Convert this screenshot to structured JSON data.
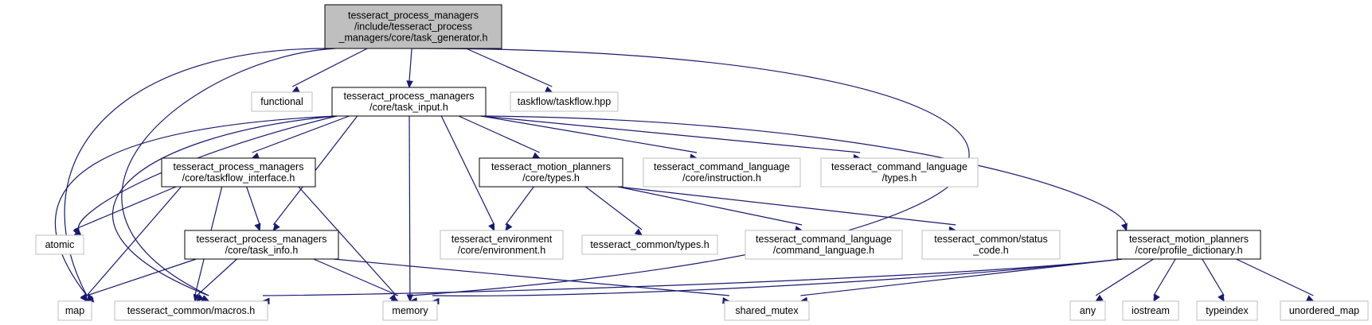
{
  "colors": {
    "edge": "#191970",
    "documented_border": "#000000",
    "external_border": "#bfbfbf",
    "root_fill": "#bfbfbf",
    "node_fill": "#ffffff"
  },
  "nodes": {
    "root": {
      "lines": [
        "tesseract_process_managers",
        "/include/tesseract_process",
        "_managers/core/task_generator.h"
      ],
      "kind": "root"
    },
    "functional": {
      "lines": [
        "functional"
      ],
      "kind": "external"
    },
    "task_input": {
      "lines": [
        "tesseract_process_managers",
        "/core/task_input.h"
      ],
      "kind": "documented"
    },
    "taskflow_hpp": {
      "lines": [
        "taskflow/taskflow.hpp"
      ],
      "kind": "external"
    },
    "taskflow_interface": {
      "lines": [
        "tesseract_process_managers",
        "/core/taskflow_interface.h"
      ],
      "kind": "documented"
    },
    "motion_types": {
      "lines": [
        "tesseract_motion_planners",
        "/core/types.h"
      ],
      "kind": "documented"
    },
    "instruction": {
      "lines": [
        "tesseract_command_language",
        "/core/instruction.h"
      ],
      "kind": "external"
    },
    "cmd_types": {
      "lines": [
        "tesseract_command_language",
        "/types.h"
      ],
      "kind": "external"
    },
    "atomic": {
      "lines": [
        "atomic"
      ],
      "kind": "external"
    },
    "task_info": {
      "lines": [
        "tesseract_process_managers",
        "/core/task_info.h"
      ],
      "kind": "documented"
    },
    "environment": {
      "lines": [
        "tesseract_environment",
        "/core/environment.h"
      ],
      "kind": "external"
    },
    "common_types": {
      "lines": [
        "tesseract_common/types.h"
      ],
      "kind": "external"
    },
    "command_language": {
      "lines": [
        "tesseract_command_language",
        "/command_language.h"
      ],
      "kind": "external"
    },
    "status_code": {
      "lines": [
        "tesseract_common/status",
        "_code.h"
      ],
      "kind": "external"
    },
    "profile_dictionary": {
      "lines": [
        "tesseract_motion_planners",
        "/core/profile_dictionary.h"
      ],
      "kind": "documented"
    },
    "map": {
      "lines": [
        "map"
      ],
      "kind": "external"
    },
    "macros": {
      "lines": [
        "tesseract_common/macros.h"
      ],
      "kind": "external"
    },
    "memory": {
      "lines": [
        "memory"
      ],
      "kind": "external"
    },
    "shared_mutex": {
      "lines": [
        "shared_mutex"
      ],
      "kind": "external"
    },
    "any": {
      "lines": [
        "any"
      ],
      "kind": "external"
    },
    "iostream": {
      "lines": [
        "iostream"
      ],
      "kind": "external"
    },
    "typeindex": {
      "lines": [
        "typeindex"
      ],
      "kind": "external"
    },
    "unordered_map": {
      "lines": [
        "unordered_map"
      ],
      "kind": "external"
    }
  },
  "edges": [
    [
      "root",
      "functional"
    ],
    [
      "root",
      "task_input"
    ],
    [
      "root",
      "taskflow_hpp"
    ],
    [
      "root",
      "map"
    ],
    [
      "root",
      "macros"
    ],
    [
      "root",
      "memory"
    ],
    [
      "task_input",
      "taskflow_interface"
    ],
    [
      "task_input",
      "motion_types"
    ],
    [
      "task_input",
      "instruction"
    ],
    [
      "task_input",
      "cmd_types"
    ],
    [
      "task_input",
      "atomic"
    ],
    [
      "task_input",
      "task_info"
    ],
    [
      "task_input",
      "environment"
    ],
    [
      "task_input",
      "profile_dictionary"
    ],
    [
      "task_input",
      "map"
    ],
    [
      "task_input",
      "macros"
    ],
    [
      "task_input",
      "memory"
    ],
    [
      "taskflow_interface",
      "atomic"
    ],
    [
      "taskflow_interface",
      "task_info"
    ],
    [
      "taskflow_interface",
      "map"
    ],
    [
      "taskflow_interface",
      "macros"
    ],
    [
      "taskflow_interface",
      "memory"
    ],
    [
      "motion_types",
      "environment"
    ],
    [
      "motion_types",
      "common_types"
    ],
    [
      "motion_types",
      "command_language"
    ],
    [
      "motion_types",
      "status_code"
    ],
    [
      "task_info",
      "map"
    ],
    [
      "task_info",
      "macros"
    ],
    [
      "task_info",
      "memory"
    ],
    [
      "task_info",
      "shared_mutex"
    ],
    [
      "profile_dictionary",
      "macros"
    ],
    [
      "profile_dictionary",
      "memory"
    ],
    [
      "profile_dictionary",
      "shared_mutex"
    ],
    [
      "profile_dictionary",
      "any"
    ],
    [
      "profile_dictionary",
      "iostream"
    ],
    [
      "profile_dictionary",
      "typeindex"
    ],
    [
      "profile_dictionary",
      "unordered_map"
    ]
  ]
}
